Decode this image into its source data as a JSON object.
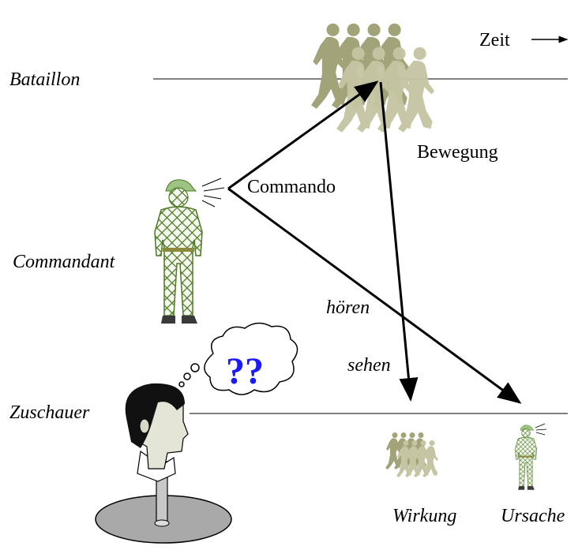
{
  "labels": {
    "zeit": "Zeit",
    "bataillon": "Bataillon",
    "bewegung": "Bewegung",
    "commando": "Commando",
    "commandant": "Commandant",
    "hoeren": "hören",
    "sehen": "sehen",
    "zuschauer": "Zuschauer",
    "wirkung": "Wirkung",
    "ursache": "Ursache",
    "thought": "??"
  },
  "colors": {
    "line": "#000000",
    "runners": "#a3a37a",
    "runners_light": "#c5c5a4",
    "soldier_pattern": "#4e7a26",
    "cap": "#9dc483",
    "thought_text": "#1a1aff",
    "base": "#a9a9a9",
    "skin": "#e4e4d7",
    "hair": "#111111"
  },
  "icons": {
    "battalion": "running-soldiers-icon",
    "commander": "standing-soldier-icon",
    "observer": "observer-head-icon",
    "thought": "thought-bubble-icon"
  }
}
